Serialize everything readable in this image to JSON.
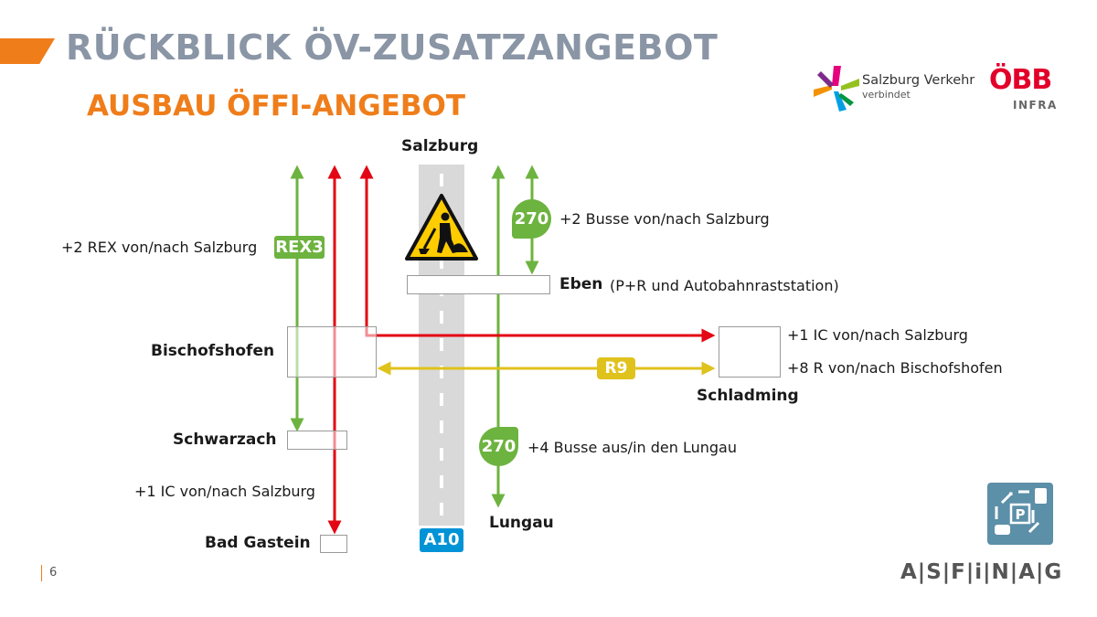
{
  "header": {
    "title": "RÜCKBLICK ÖV-ZUSATZANGEBOT",
    "subtitle": "AUSBAU ÖFFI-ANGEBOT"
  },
  "logos": {
    "salzburg_verkehr": "Salzburg Verkehr",
    "salzburg_verkehr_sub": "verbindet",
    "obb": "ÖBB",
    "obb_sub": "INFRA",
    "asfinag": "A|S|F|i|N|A|G"
  },
  "colors": {
    "orange": "#ef7d1a",
    "green": "#6db33f",
    "red": "#e30613",
    "yellow": "#e0c21c",
    "blue": "#0093d6",
    "road": "#d9d9d9"
  },
  "diagram": {
    "places": {
      "salzburg": "Salzburg",
      "eben": "Eben",
      "eben_note": "(P+R und Autobahnraststation)",
      "bischofshofen": "Bischofshofen",
      "schladming": "Schladming",
      "schwarzach": "Schwarzach",
      "bad_gastein": "Bad Gastein",
      "lungau": "Lungau"
    },
    "labels": {
      "rex": "+2 REX von/nach Salzburg",
      "bus_salzburg": "+2 Busse von/nach Salzburg",
      "ic_schladming": "+1 IC von/nach Salzburg",
      "r_schladming": "+8 R von/nach Bischofshofen",
      "bus_lungau": "+4 Busse aus/in den Lungau",
      "ic_gastein": "+1 IC von/nach Salzburg"
    },
    "badges": {
      "rex3": "REX3",
      "bus_270_top": "270",
      "bus_270_bottom": "270",
      "r9": "R9",
      "a10": "A10"
    },
    "icons": {
      "construction": "construction-warning-icon"
    }
  },
  "footer": {
    "page_number": "6"
  }
}
